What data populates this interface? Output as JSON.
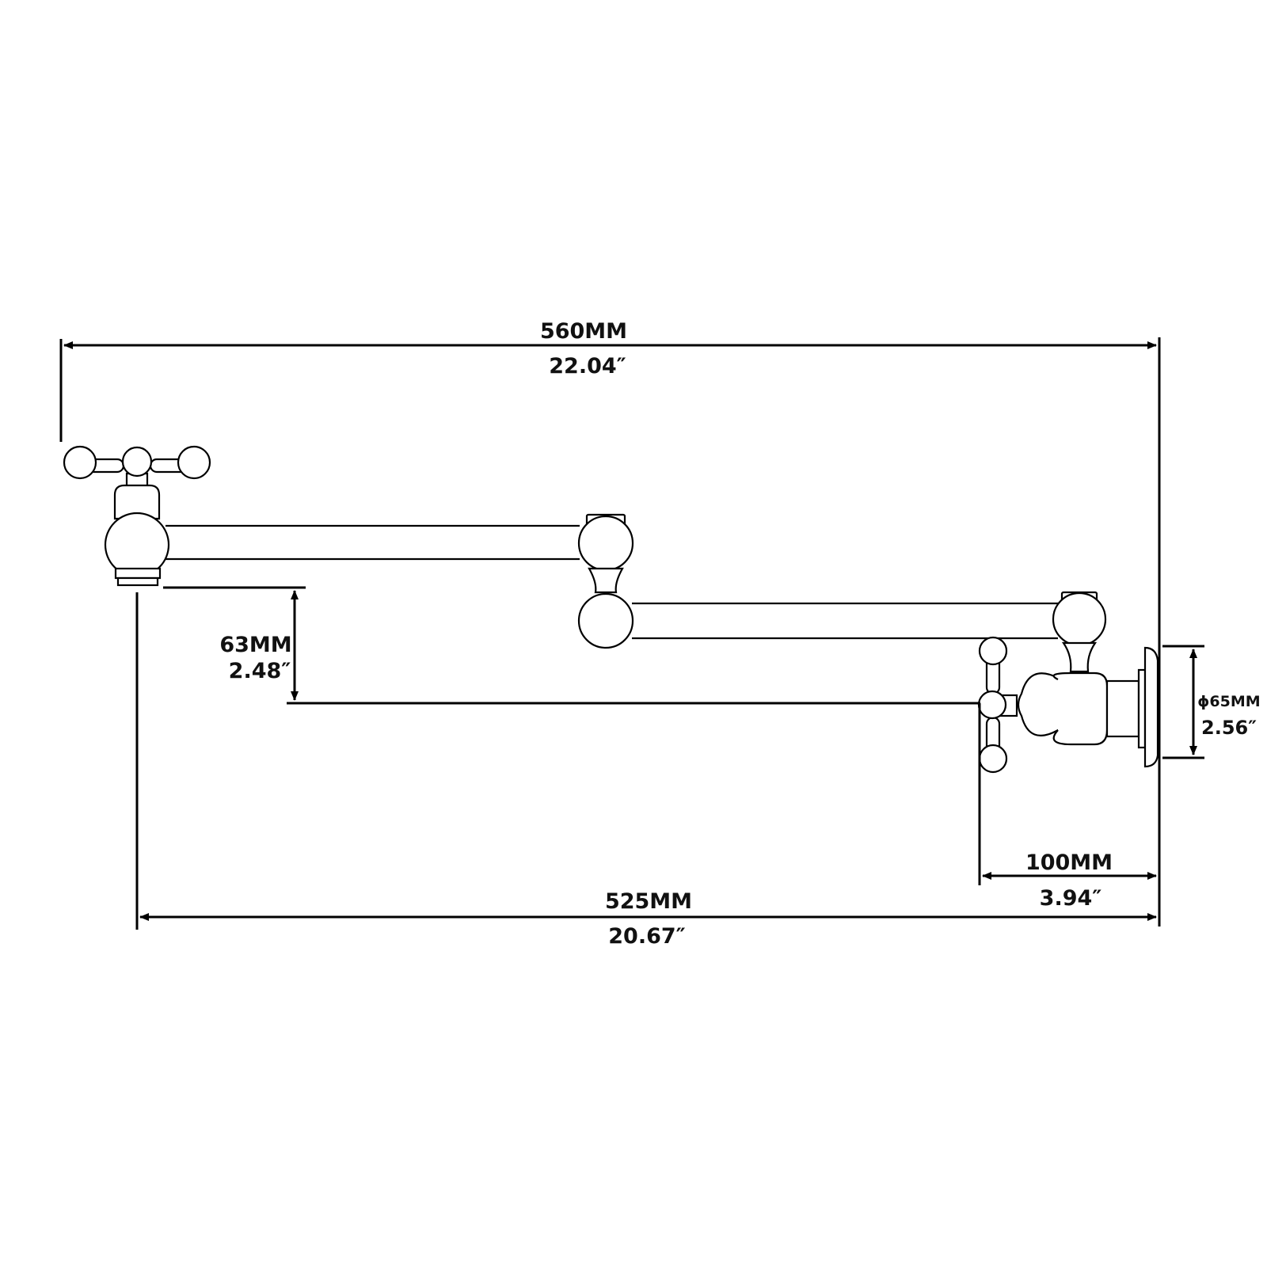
{
  "dimensions": {
    "overall_length": {
      "mm": "560MM",
      "inch": "22.04″"
    },
    "spout_length": {
      "mm": "525MM",
      "inch": "20.67″"
    },
    "drop_height": {
      "mm": "63MM",
      "inch": "2.48″"
    },
    "flange_diameter": {
      "mm": "ϕ65MM",
      "inch": "2.56″"
    },
    "valve_offset": {
      "mm": "100MM",
      "inch": "3.94″"
    }
  },
  "colors": {
    "line": "#000000",
    "background": "#ffffff"
  }
}
